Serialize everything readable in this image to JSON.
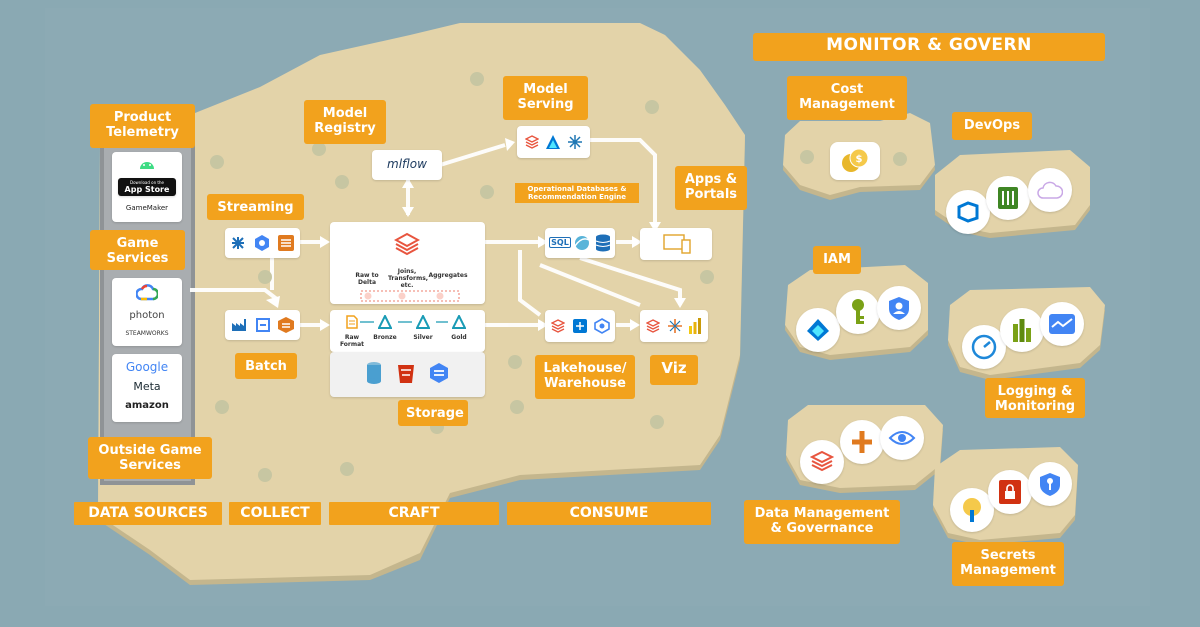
{
  "header": {
    "monitor_govern": "MONITOR & GOVERN"
  },
  "sources": {
    "product_telemetry": "Product Telemetry",
    "game_services": "Game Services",
    "outside_game_services": "Outside Game Services",
    "telemetry_logos": [
      "Download on the",
      "App Store",
      "GameMaker"
    ],
    "game_service_logos": [
      "photon",
      "STEAMWORKS"
    ],
    "outside_logos": [
      "Google",
      "Meta",
      "amazon"
    ]
  },
  "collect": {
    "streaming": "Streaming",
    "batch": "Batch"
  },
  "craft": {
    "model_registry": "Model Registry",
    "mlflow": "mlflow",
    "raw_to_delta": "Raw to Delta",
    "joins": "Joins, Transforms, etc.",
    "aggregates": "Aggregates",
    "raw_format": "Raw Format",
    "bronze": "Bronze",
    "silver": "Silver",
    "gold": "Gold",
    "storage": "Storage"
  },
  "consume": {
    "model_serving": "Model Serving",
    "operational_db": "Operational Databases & Recommendation Engine",
    "sql": "SQL",
    "apps_portals": "Apps & Portals",
    "lakehouse": "Lakehouse/ Warehouse",
    "viz": "Viz"
  },
  "monitor": {
    "cost_management": "Cost Management",
    "devops": "DevOps",
    "iam": "IAM",
    "logging": "Logging & Monitoring",
    "data_management": "Data Management & Governance",
    "secrets": "Secrets Management"
  },
  "footer": [
    "DATA SOURCES",
    "COLLECT",
    "CRAFT",
    "CONSUME"
  ],
  "colors": {
    "accent": "#f2a21d",
    "land": "#e3d3a9",
    "sea": "#8caab4",
    "databricks": "#e8553f",
    "azure": "#1e88d9"
  }
}
